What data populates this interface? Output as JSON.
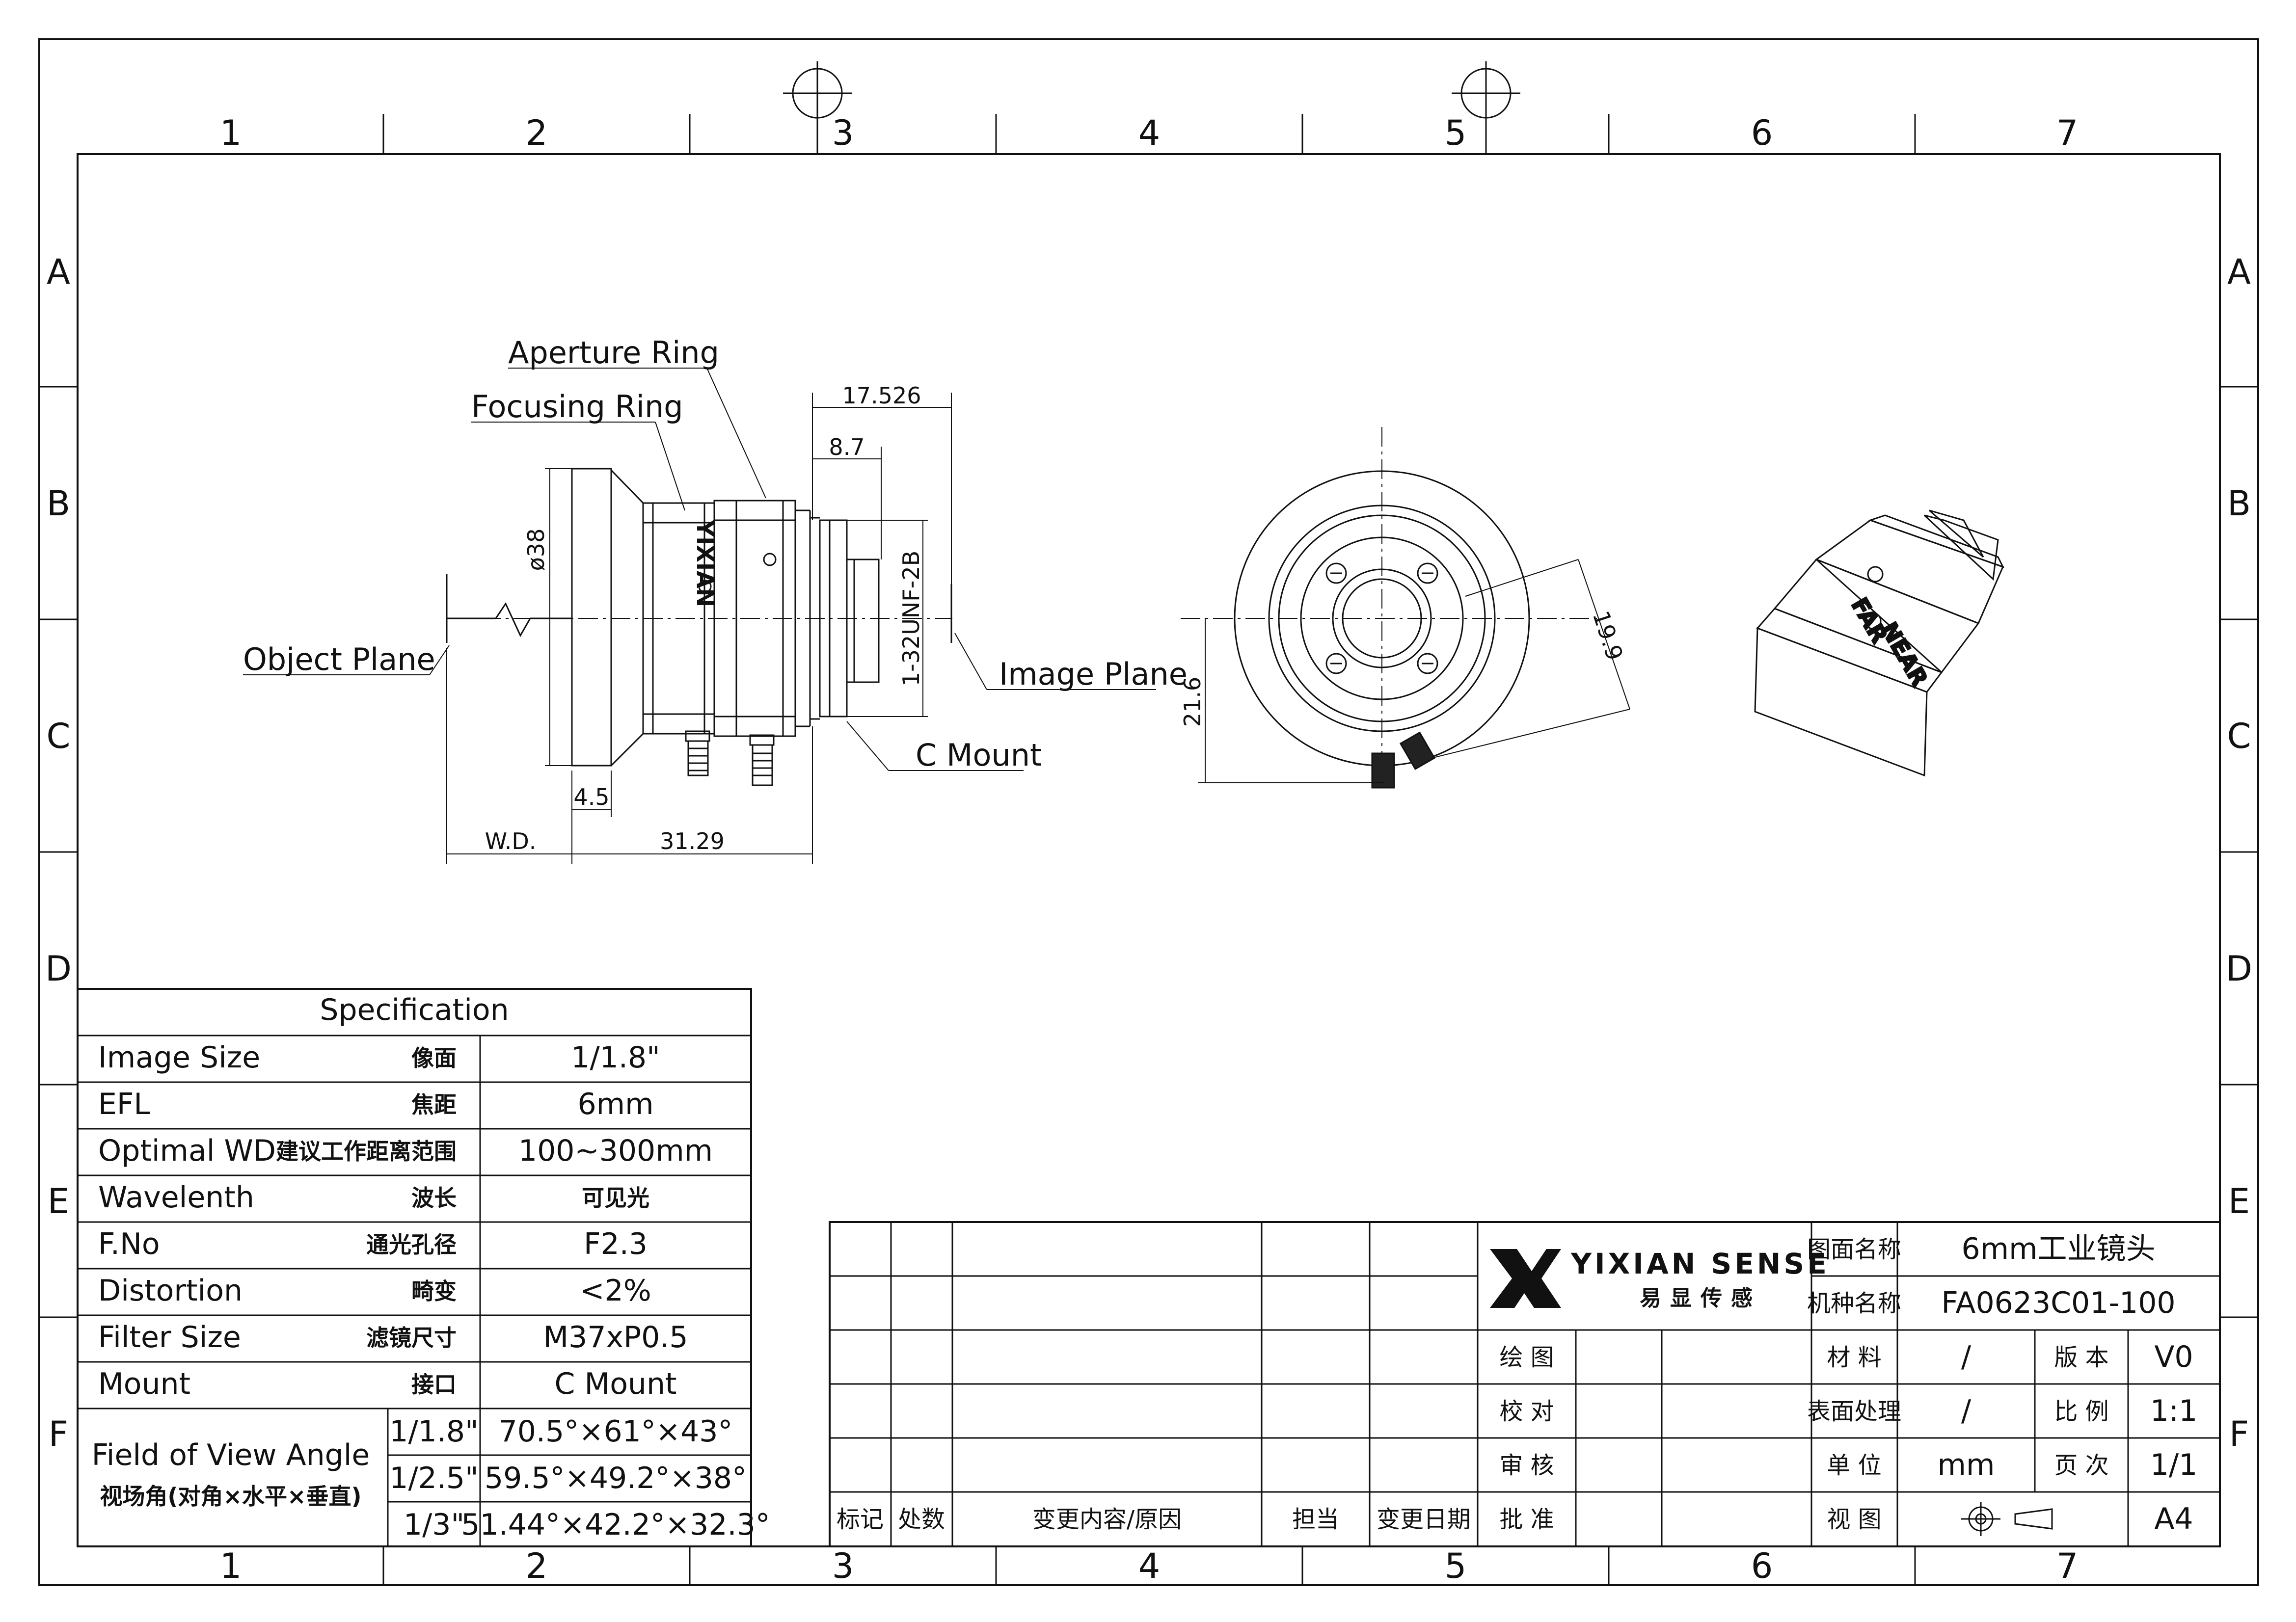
{
  "grid": {
    "columns": [
      "1",
      "2",
      "3",
      "4",
      "5",
      "6",
      "7"
    ],
    "rows": [
      "A",
      "B",
      "C",
      "D",
      "E",
      "F"
    ]
  },
  "drawing": {
    "labels": {
      "aperture_ring": "Aperture Ring",
      "focusing_ring": "Focusing Ring",
      "object_plane": "Object Plane",
      "image_plane": "Image Plane",
      "c_mount": "C Mount"
    },
    "dimensions": {
      "d17526": "17.526",
      "d87": "8.7",
      "d38": "ø38",
      "thread": "1-32UNF-2B",
      "d45": "4.5",
      "wd": "W.D.",
      "d3129": "31.29",
      "d216": "21.6",
      "d199": "19.9"
    },
    "engraving": {
      "brand": "YIXIAN",
      "far": "FAR",
      "near": "NEAR"
    }
  },
  "spec": {
    "title": "Specification",
    "rows": [
      {
        "label": "Image Size",
        "cn": "像面",
        "value": "1/1.8\""
      },
      {
        "label": "EFL",
        "cn": "焦距",
        "value": "6mm"
      },
      {
        "label": "Optimal WD",
        "cn": "建议工作距离范围",
        "value": "100~300mm"
      },
      {
        "label": "Wavelenth",
        "cn": "波长",
        "value": "可见光"
      },
      {
        "label": "F.No",
        "cn": "通光孔径",
        "value": "F2.3"
      },
      {
        "label": "Distortion",
        "cn": "畸变",
        "value": "<2%"
      },
      {
        "label": "Filter Size",
        "cn": "滤镜尺寸",
        "value": "M37xP0.5"
      },
      {
        "label": "Mount",
        "cn": "接口",
        "value": "C Mount"
      }
    ],
    "fov": {
      "label": "Field of View Angle",
      "cn": "视场角(对角×水平×垂直)",
      "rows": [
        {
          "format": "1/1.8\"",
          "value": "70.5°×61°×43°"
        },
        {
          "format": "1/2.5\"",
          "value": "59.5°×49.2°×38°"
        },
        {
          "format": "1/3\"",
          "value": "51.44°×42.2°×32.3°"
        }
      ]
    }
  },
  "title_block": {
    "revision_headers": [
      "标记",
      "处数",
      "变更内容/原因",
      "担当",
      "变更日期"
    ],
    "logo": {
      "name": "YIXIAN SENSE",
      "cn": "易显传感"
    },
    "sign_rows": [
      "绘 图",
      "校 对",
      "审 核",
      "批 准"
    ],
    "drawing_name_label": "图面名称",
    "drawing_name": "6mm工业镜头",
    "model_label": "机种名称",
    "model": "FA0623C01-100",
    "material_label": "材 料",
    "material": "/",
    "version_label": "版 本",
    "version": "V0",
    "surface_label": "表面处理",
    "surface": "/",
    "scale_label": "比 例",
    "scale": "1:1",
    "unit_label": "单 位",
    "unit": "mm",
    "page_label": "页 次",
    "page": "1/1",
    "view_label": "视 图",
    "paper": "A4"
  }
}
